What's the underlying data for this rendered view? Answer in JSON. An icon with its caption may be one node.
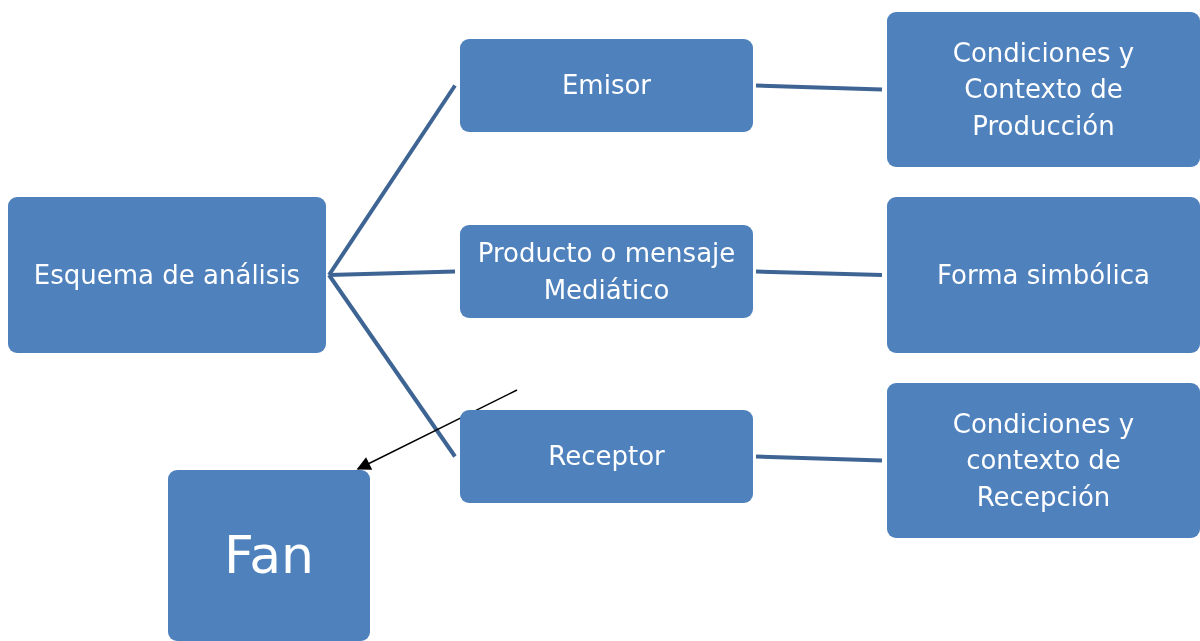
{
  "diagram": {
    "nodes": [
      {
        "text": [
          "Esquema de análisis"
        ]
      },
      {
        "text": [
          "Emisor"
        ]
      },
      {
        "text": [
          "Producto o mensaje Mediático"
        ]
      },
      {
        "text": [
          "Receptor"
        ]
      },
      {
        "text": [
          "Condiciones y Contexto de Producción"
        ]
      },
      {
        "text": [
          "Forma simbólica"
        ]
      },
      {
        "text": [
          "Condiciones y contexto de Recepción"
        ]
      },
      {
        "text": [
          "Fan"
        ]
      }
    ],
    "edges": [
      {
        "from": 0,
        "to": 1,
        "arrow": "none"
      },
      {
        "from": 0,
        "to": 2,
        "arrow": "none"
      },
      {
        "from": 0,
        "to": 3,
        "arrow": "none"
      },
      {
        "from": 1,
        "to": 4,
        "arrow": "none"
      },
      {
        "from": 2,
        "to": 5,
        "arrow": "none"
      },
      {
        "from": 3,
        "to": 6,
        "arrow": "none"
      },
      {
        "from": null,
        "to": 7,
        "arrow": "to",
        "color": "#000000"
      }
    ]
  }
}
